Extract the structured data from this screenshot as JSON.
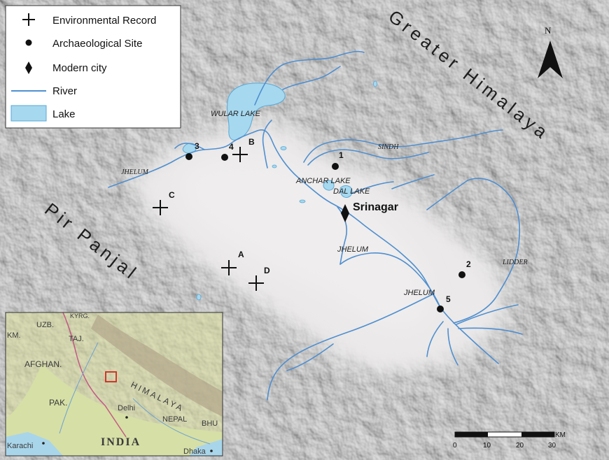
{
  "legend": {
    "items": [
      {
        "symbol": "cross",
        "label": "Environmental Record"
      },
      {
        "symbol": "dot",
        "label": "Archaeological Site"
      },
      {
        "symbol": "diamond",
        "label": "Modern city"
      },
      {
        "symbol": "line",
        "label": "River"
      },
      {
        "symbol": "box",
        "label": "Lake"
      }
    ]
  },
  "regions": {
    "greater_himalaya": "Greater Himalaya",
    "pir_panjal": "Pir Panjal"
  },
  "water_labels": {
    "wular_lake": "WULAR LAKE",
    "jhelum_west": "JHELUM",
    "sindh": "SINDH",
    "anchar_lake": "ANCHAR LAKE",
    "dal_lake": "DAL LAKE",
    "jhelum_center": "JHELUM",
    "jhelum_south": "JHELUM",
    "lidder": "LIDDER"
  },
  "city": {
    "name": "Srinagar"
  },
  "sites": {
    "archaeological": [
      "1",
      "2",
      "3",
      "4",
      "5"
    ],
    "environmental": [
      "A",
      "B",
      "C",
      "D"
    ]
  },
  "north_arrow": {
    "label": "N"
  },
  "scale_bar": {
    "unit": "KM",
    "ticks": [
      "0",
      "10",
      "20",
      "30"
    ]
  },
  "inset": {
    "labels": {
      "uzb": "UZB.",
      "km": "KM.",
      "kyrg": "KYRG.",
      "taj": "TAJ.",
      "afghan": "AFGHAN.",
      "himalaya": "HIMALAYA",
      "pak": "PAK.",
      "delhi": "Delhi",
      "nepal": "NEPAL",
      "bhu": "BHU",
      "india": "INDIA",
      "karachi": "Karachi",
      "dhaka": "Dhaka"
    }
  },
  "colors": {
    "river": "#4f8fd0",
    "lake": "#a6d8ef",
    "lake_stroke": "#5aa8d6",
    "valley": "#e8e6e6",
    "terrain": "#b5b3b3",
    "inset_land": "#c6cf9a"
  }
}
